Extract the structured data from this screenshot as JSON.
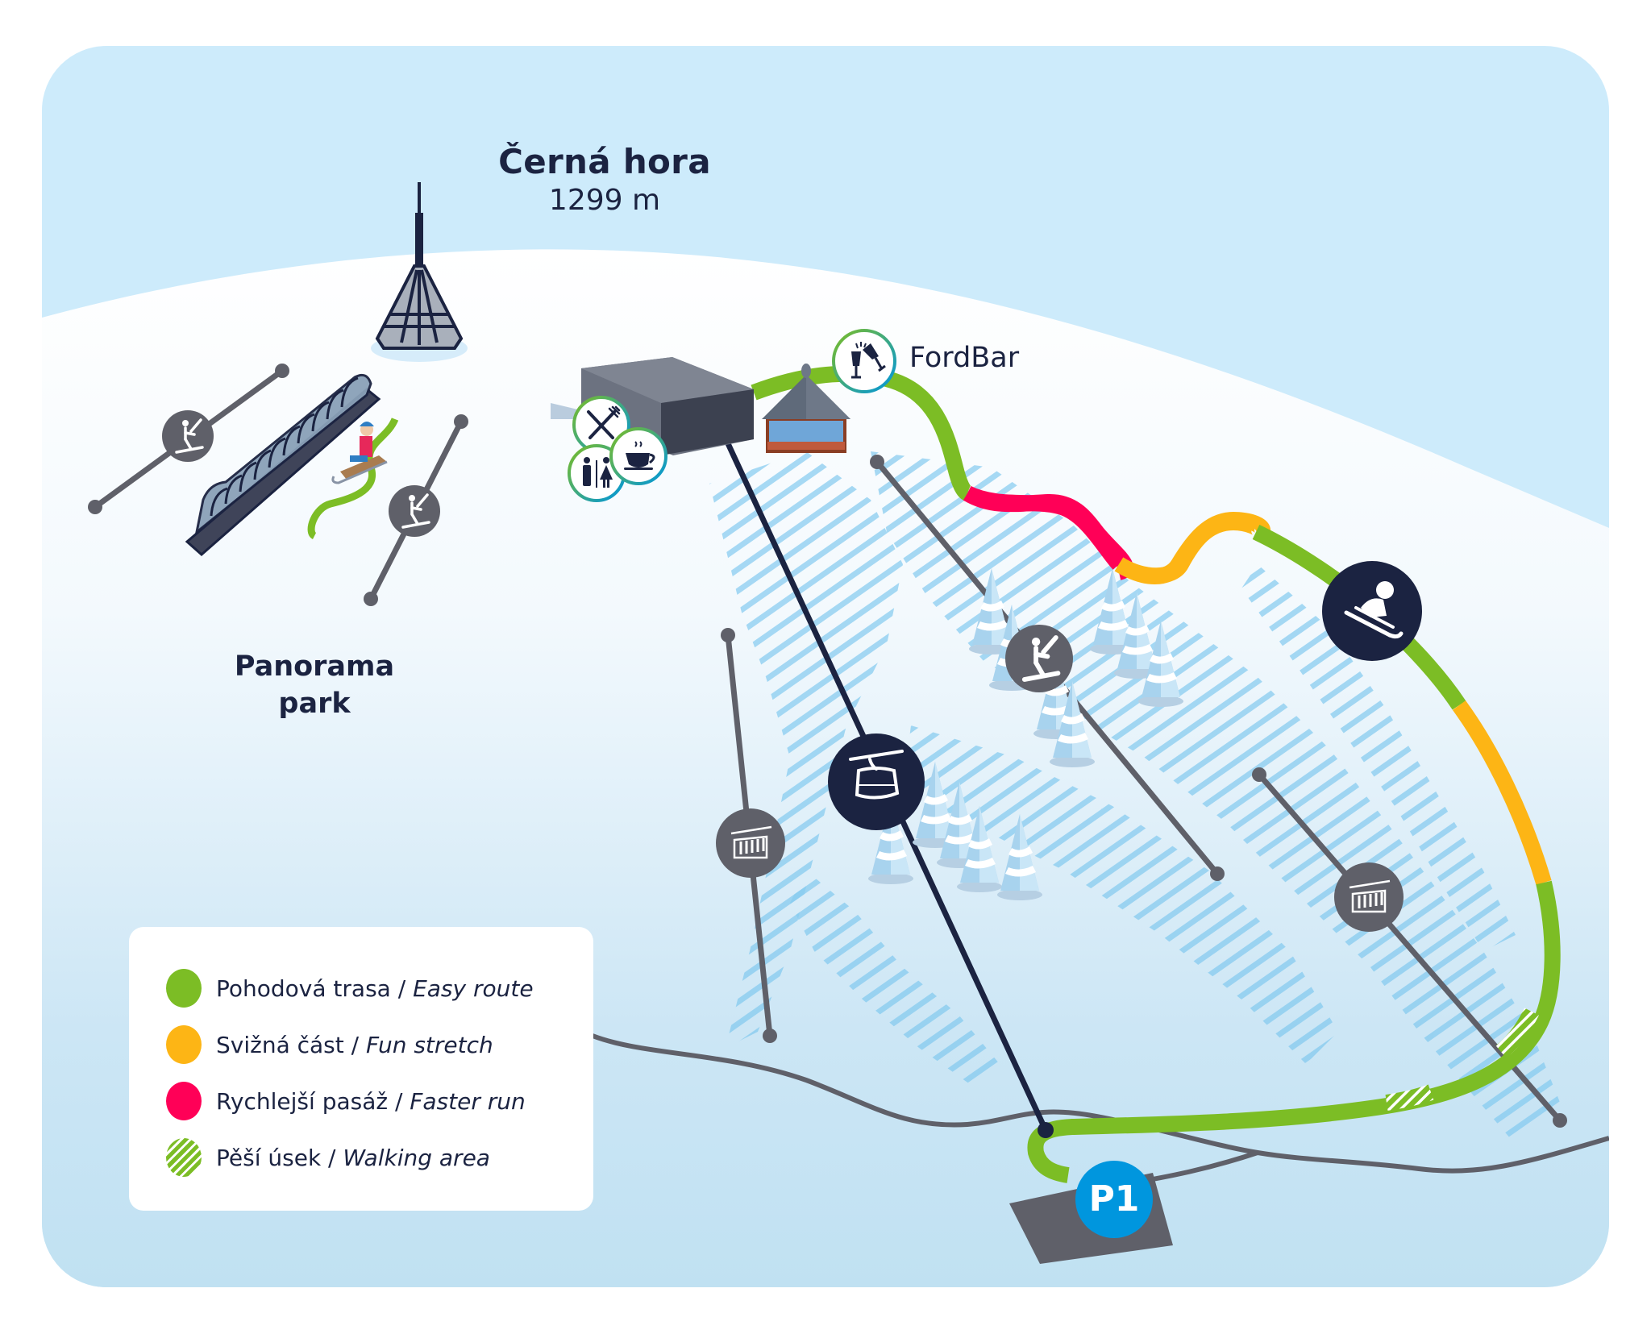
{
  "map": {
    "title": "Černá hora",
    "elevation": "1299 m",
    "area_label": "Panorama park",
    "bar_label": "FordBar",
    "parking_label": "P1",
    "colors": {
      "sky": "#cdebfb",
      "snow_top": "#ffffff",
      "snow_bottom": "#b5dcf0",
      "navy": "#1b2341",
      "lift_gray": "#5f6069",
      "easy": "#7cbd25",
      "fun": "#fdb515",
      "faster": "#ff0057",
      "parking": "#0096de",
      "hatch": "#7ec8ef"
    },
    "pois": [
      {
        "id": "restaurant",
        "icon": "fork-knife-icon"
      },
      {
        "id": "cafe",
        "icon": "coffee-cup-icon"
      },
      {
        "id": "toilets",
        "icon": "toilets-icon"
      },
      {
        "id": "bar",
        "icon": "champagne-glasses-icon"
      }
    ],
    "lifts": [
      {
        "type": "gondola",
        "icon": "gondola-icon"
      },
      {
        "type": "drag-lift",
        "icon": "drag-lift-icon"
      },
      {
        "type": "drag-lift",
        "icon": "drag-lift-icon"
      },
      {
        "type": "drag-lift",
        "icon": "drag-lift-icon"
      },
      {
        "type": "chairlift",
        "icon": "chairlift-icon"
      },
      {
        "type": "chairlift",
        "icon": "chairlift-icon"
      }
    ],
    "track_icon": "bobsled-icon"
  },
  "legend": {
    "items": [
      {
        "cz": "Pohodová trasa",
        "en": "Easy route",
        "color": "#7cbd25",
        "style": "solid"
      },
      {
        "cz": "Svižná část",
        "en": "Fun stretch",
        "color": "#fdb515",
        "style": "solid"
      },
      {
        "cz": "Rychlejší pasáž",
        "en": "Faster run",
        "color": "#ff0057",
        "style": "solid"
      },
      {
        "cz": "Pěší úsek",
        "en": "Walking area",
        "color": "#7cbd25",
        "style": "hatched"
      }
    ],
    "separator": " / "
  }
}
